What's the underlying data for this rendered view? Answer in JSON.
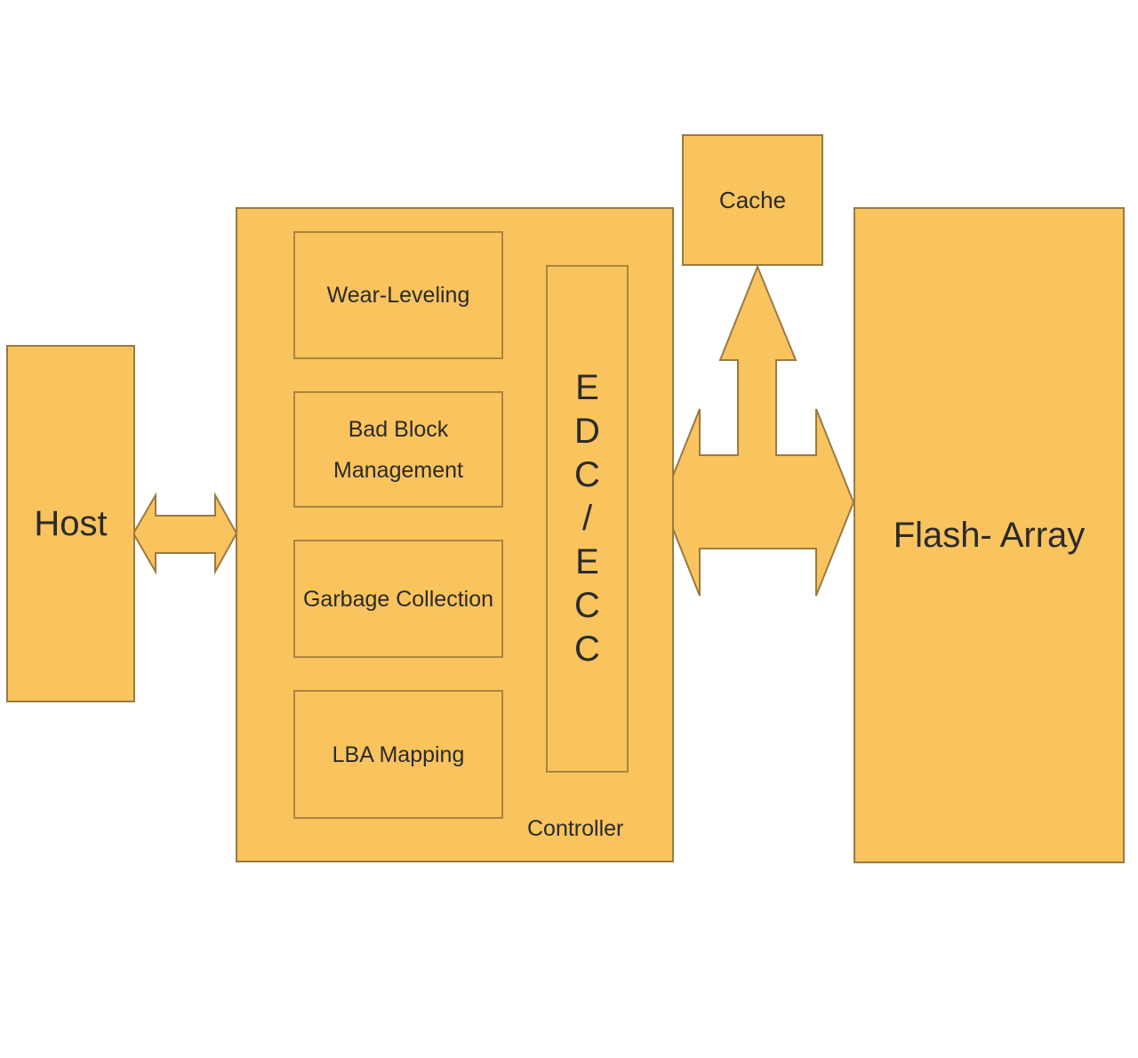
{
  "nodes": {
    "host": "Host",
    "controller": "Controller",
    "cache": "Cache",
    "flash": "Flash- Array"
  },
  "modules": [
    {
      "label": "Wear-Leveling"
    },
    {
      "label": "Bad Block Management"
    },
    {
      "label": "Garbage Collection"
    },
    {
      "label": "LBA Mapping"
    }
  ],
  "edc_ecc": [
    "E",
    "D",
    "C",
    "/",
    "E",
    "C",
    "C"
  ],
  "colors": {
    "fill": "#f9c35e",
    "stroke": "#9a7a42"
  },
  "connections": [
    {
      "from": "Host",
      "to": "Controller",
      "direction": "bidirectional"
    },
    {
      "from": "Controller",
      "to": "Flash- Array",
      "direction": "bidirectional"
    },
    {
      "from": "Controller",
      "to": "Cache",
      "direction": "to-cache"
    }
  ]
}
